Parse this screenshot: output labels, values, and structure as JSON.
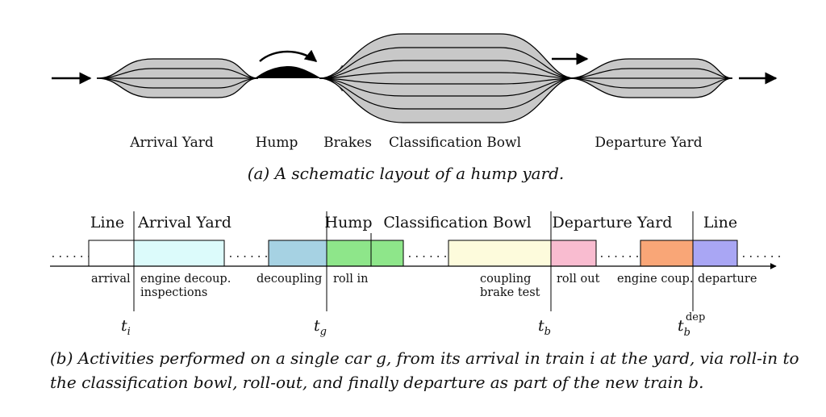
{
  "part_a": {
    "labels": {
      "arrival_yard": "Arrival Yard",
      "hump": "Hump",
      "brakes": "Brakes",
      "classification_bowl": "Classification Bowl",
      "departure_yard": "Departure Yard"
    },
    "caption": "(a) A schematic layout of a hump yard."
  },
  "part_b": {
    "headers": {
      "line_left": "Line",
      "arrival_yard": "Arrival Yard",
      "hump": "Hump",
      "classification_bowl": "Classification Bowl",
      "departure_yard": "Departure Yard",
      "line_right": "Line"
    },
    "activities": {
      "arrival": "arrival",
      "engine_decoup_1": "engine decoup.",
      "engine_decoup_2": "inspections",
      "decoupling": "decoupling",
      "roll_in": "roll in",
      "coupling_1": "coupling",
      "coupling_2": "brake test",
      "roll_out": "roll out",
      "engine_coup": "engine coup.",
      "departure": "departure"
    },
    "times": {
      "ti_base": "t",
      "ti_sub": "i",
      "tg_base": "t",
      "tg_sub": "g",
      "tb_base": "t",
      "tb_sub": "b",
      "tbdep_base": "t",
      "tbdep_sub": "b",
      "tbdep_sup": "dep"
    },
    "dots": "......",
    "colors": {
      "arrival": "#ffffff",
      "engine_decoup": "#dcfbfb",
      "decoupling": "#a6d2e3",
      "roll_in": "#8ee68a",
      "coupling": "#fdfbdc",
      "roll_out": "#f9bcd0",
      "engine_coup": "#f9a677",
      "departure": "#a9a6f4"
    },
    "caption_line1": "(b) Activities performed on a single car g, from its arrival in train i at the yard, via roll-in to",
    "caption_line2": "the classification bowl, roll-out, and finally departure as part of the new train b."
  }
}
